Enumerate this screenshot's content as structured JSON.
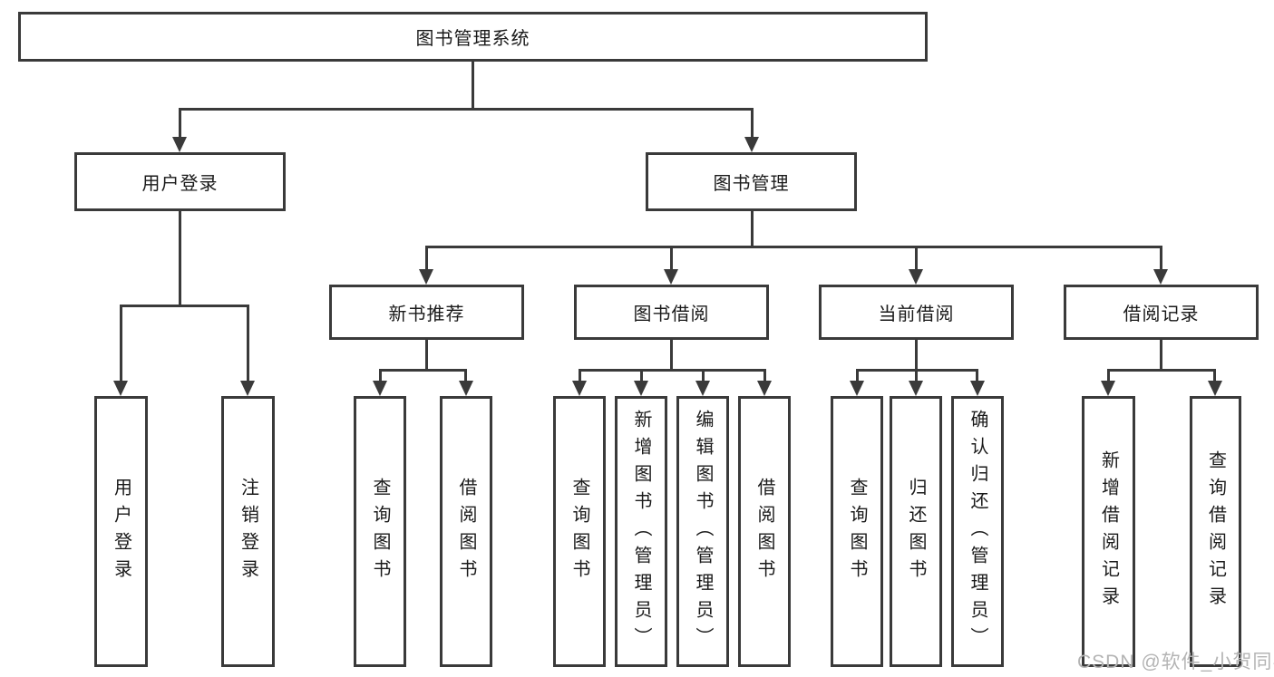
{
  "diagram": {
    "root": {
      "label": "图书管理系统"
    },
    "level2": [
      {
        "label": "用户登录",
        "children": [
          "用户登录",
          "注销登录"
        ]
      },
      {
        "label": "图书管理",
        "children": [
          {
            "label": "新书推荐",
            "children": [
              "查询图书",
              "借阅图书"
            ]
          },
          {
            "label": "图书借阅",
            "children": [
              "查询图书",
              "新增图书（管理员）",
              "编辑图书（管理员）",
              "借阅图书"
            ]
          },
          {
            "label": "当前借阅",
            "children": [
              "查询图书",
              "归还图书",
              "确认归还（管理员）"
            ]
          },
          {
            "label": "借阅记录",
            "children": [
              "新增借阅记录",
              "查询借阅记录"
            ]
          }
        ]
      }
    ]
  },
  "watermark": {
    "text": "CSDN @软件_小贺同学"
  },
  "colors": {
    "line": "#3a3a3a",
    "text": "#1a1a1a",
    "background": "#ffffff",
    "watermark": "#b4b4b4"
  }
}
